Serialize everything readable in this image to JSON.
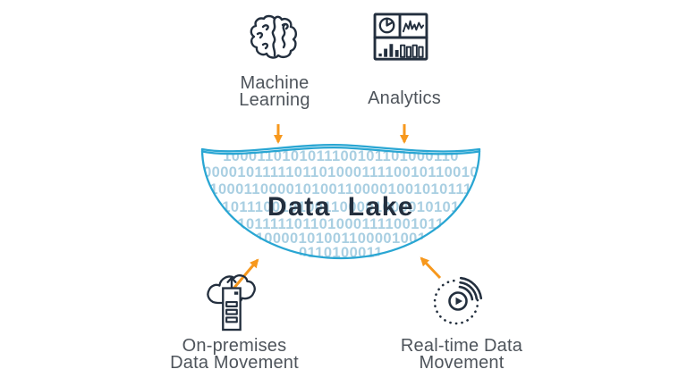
{
  "diagram_title": "Data Lake",
  "colors": {
    "background": "#FFFFFF",
    "lake_outline_cyan": "#29A6D3",
    "binary_text_blue": "#A9CFE2",
    "icon_navy": "#232F3E",
    "label_gray": "#4E545B",
    "arrow_orange": "#F7981D"
  },
  "nodes": {
    "machine_learning": {
      "line1": "Machine",
      "line2": "Learning",
      "icon": "brain-icon"
    },
    "analytics": {
      "line1": "Analytics",
      "icon": "analytics-dashboard-icon"
    },
    "on_premises": {
      "line1": "On-premises",
      "line2": "Data Movement",
      "icon": "cloud-upload-server-icon"
    },
    "real_time": {
      "line1": "Real-time Data",
      "line2": "Movement",
      "icon": "realtime-streaming-icon"
    }
  },
  "lake": {
    "title": "Data Lake",
    "binary_rows": [
      "1000110101011100101101000110",
      "000010111110110100011110010110010",
      "1000110000101001100001001010111",
      "1011100101001100001000010101",
      "1011111011010001111001011",
      "10000101001100001001",
      "0110100011"
    ]
  },
  "arrows": [
    {
      "from": "machine-learning",
      "to": "data-lake",
      "direction": "down"
    },
    {
      "from": "analytics",
      "to": "data-lake",
      "direction": "down"
    },
    {
      "from": "on-premises-data-movement",
      "to": "data-lake",
      "direction": "up-right"
    },
    {
      "from": "real-time-data-movement",
      "to": "data-lake",
      "direction": "up-left"
    }
  ]
}
